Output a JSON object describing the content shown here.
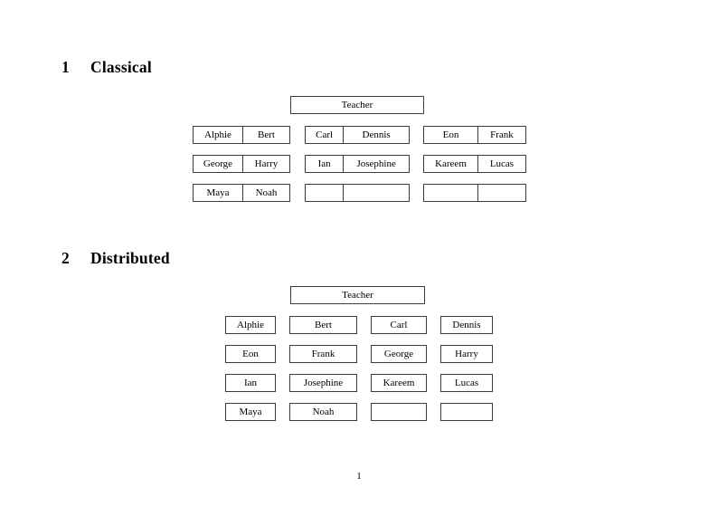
{
  "document": {
    "page_number": "1",
    "sections": [
      {
        "id": "classical",
        "number": "1",
        "title": "Classical",
        "teacher": {
          "label": "Teacher"
        },
        "layout": "grouped",
        "groups": [
          {
            "id": "group-1",
            "rows": [
              {
                "cells": [
                  {
                    "label": "Alphie"
                  },
                  {
                    "label": "Bert"
                  }
                ]
              },
              {
                "cells": [
                  {
                    "label": "George"
                  },
                  {
                    "label": "Harry"
                  }
                ]
              },
              {
                "cells": [
                  {
                    "label": "Maya"
                  },
                  {
                    "label": "Noah"
                  }
                ]
              }
            ]
          },
          {
            "id": "group-2",
            "rows": [
              {
                "cells": [
                  {
                    "label": "Carl"
                  },
                  {
                    "label": "Dennis"
                  }
                ]
              },
              {
                "cells": [
                  {
                    "label": "Ian"
                  },
                  {
                    "label": "Josephine"
                  }
                ]
              },
              {
                "cells": [
                  {
                    "label": ""
                  },
                  {
                    "label": ""
                  }
                ]
              }
            ]
          },
          {
            "id": "group-3",
            "rows": [
              {
                "cells": [
                  {
                    "label": "Eon"
                  },
                  {
                    "label": "Frank"
                  }
                ]
              },
              {
                "cells": [
                  {
                    "label": "Kareem"
                  },
                  {
                    "label": "Lucas"
                  }
                ]
              },
              {
                "cells": [
                  {
                    "label": ""
                  },
                  {
                    "label": ""
                  }
                ]
              }
            ]
          }
        ]
      },
      {
        "id": "distributed",
        "number": "2",
        "title": "Distributed",
        "teacher": {
          "label": "Teacher"
        },
        "layout": "grid",
        "rows": [
          {
            "cells": [
              {
                "label": "Alphie"
              },
              {
                "label": "Bert"
              },
              {
                "label": "Carl"
              },
              {
                "label": "Dennis"
              }
            ]
          },
          {
            "cells": [
              {
                "label": "Eon"
              },
              {
                "label": "Frank"
              },
              {
                "label": "George"
              },
              {
                "label": "Harry"
              }
            ]
          },
          {
            "cells": [
              {
                "label": "Ian"
              },
              {
                "label": "Josephine"
              },
              {
                "label": "Kareem"
              },
              {
                "label": "Lucas"
              }
            ]
          },
          {
            "cells": [
              {
                "label": "Maya"
              },
              {
                "label": "Noah"
              },
              {
                "label": ""
              },
              {
                "label": ""
              }
            ]
          }
        ]
      }
    ]
  },
  "style": {
    "border_color": "#3c3c3c",
    "text_color": "#000000",
    "background": "#ffffff"
  }
}
